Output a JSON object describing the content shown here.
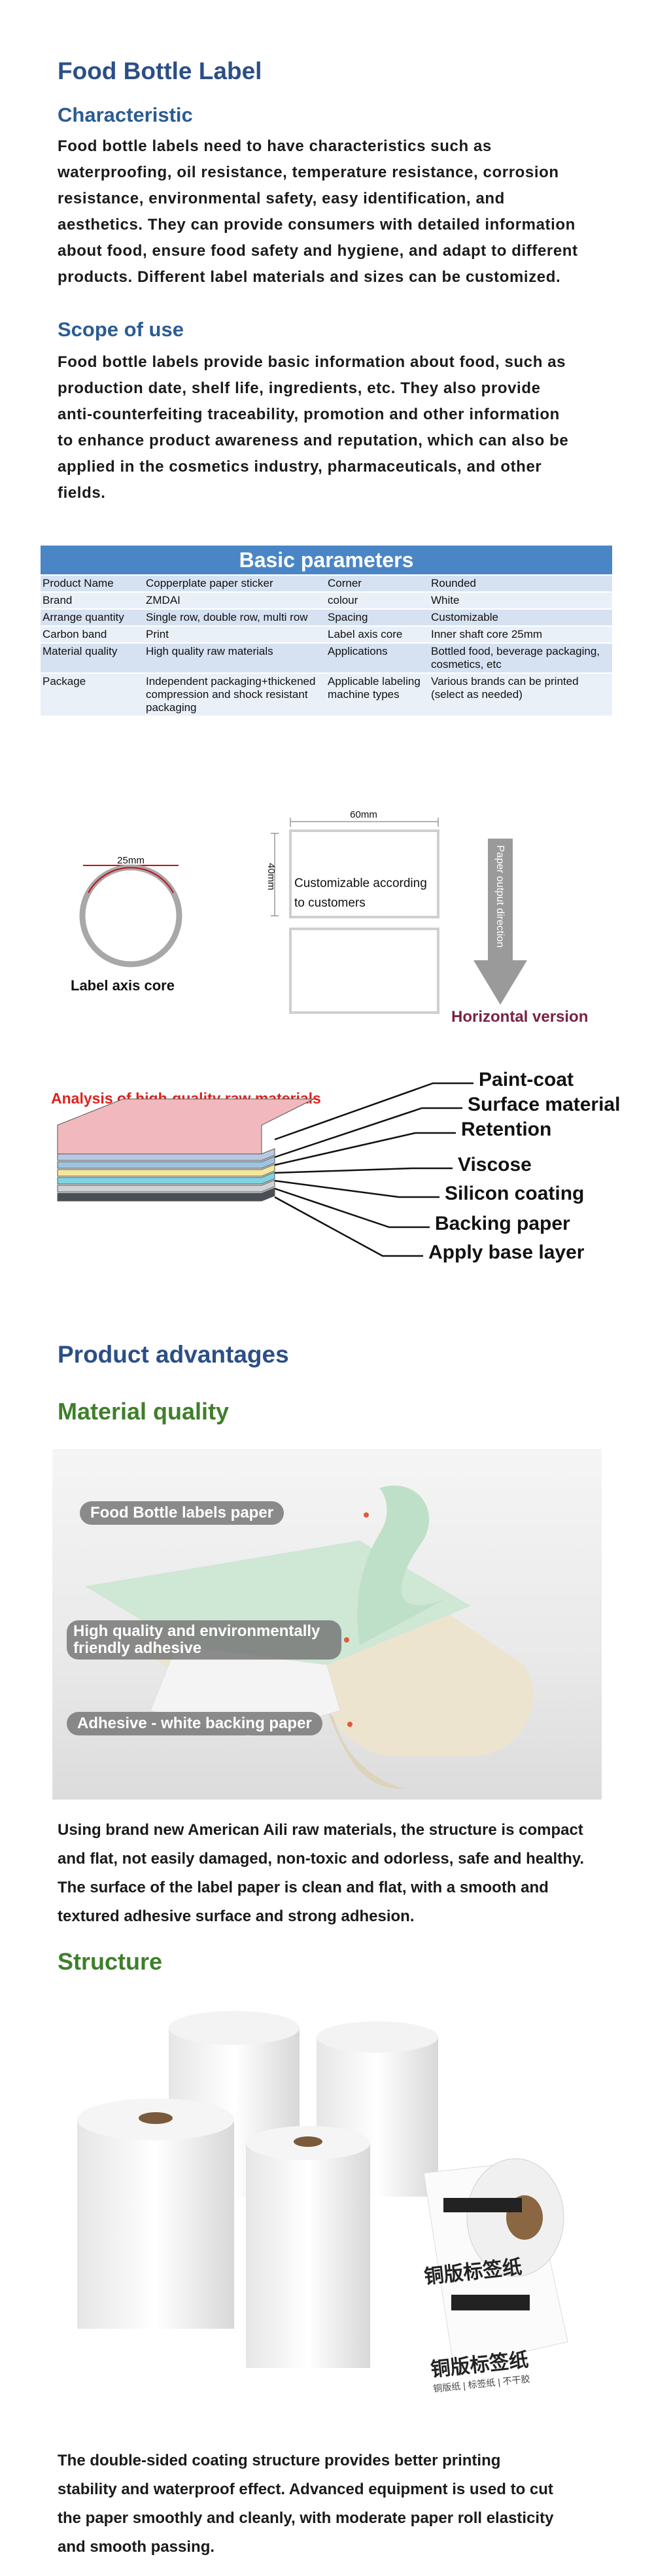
{
  "title": "Food Bottle Label",
  "characteristic": {
    "heading": "Characteristic",
    "lines": [
      "Food bottle labels need to have characteristics such as",
      "waterproofing, oil resistance, temperature resistance, corrosion",
      "resistance, environmental safety, easy identification, and",
      "aesthetics. They can provide consumers with detailed information",
      "about food, ensure food safety and hygiene, and adapt to different",
      "products. Different label materials and sizes can be customized."
    ]
  },
  "scope": {
    "heading": "Scope of use",
    "lines": [
      "Food bottle labels provide basic information about food, such as",
      "production date, shelf life, ingredients, etc. They also provide",
      "anti-counterfeiting traceability, promotion and other information",
      "to enhance product awareness and reputation, which can also be",
      "applied in the cosmetics industry, pharmaceuticals, and other",
      "fields."
    ]
  },
  "basic_parameters": {
    "title": "Basic parameters",
    "rows": [
      [
        "Product Name",
        "Copperplate paper sticker",
        "Corner",
        "Rounded"
      ],
      [
        "Brand",
        "ZMDAI",
        "colour",
        "White"
      ],
      [
        "Arrange quantity",
        "Single row, double row, multi row",
        "Spacing",
        "Customizable"
      ],
      [
        "Carbon band",
        "Print",
        "Label axis core",
        "Inner shaft core 25mm"
      ],
      [
        "Material quality",
        "High quality raw materials",
        "Applications",
        "Bottled food, beverage packaging, cosmetics, etc"
      ],
      [
        "Package",
        "Independent packaging+thickened compression and shock resistant packaging",
        "Applicable labeling machine types",
        "Various brands can be printed (select as needed)"
      ]
    ]
  },
  "diagram": {
    "core_dim": "25mm",
    "core_caption": "Label axis core",
    "width_dim": "60mm",
    "height_dim": "40mm",
    "label_text": "Customizable according to customers",
    "direction_text": "Paper output direction",
    "version_caption": "Horizontal version"
  },
  "layers": {
    "analysis_title": "Analysis of high-quality raw materials",
    "labels": [
      "Paint-coat",
      "Surface material",
      "Retention",
      "Viscose",
      "Silicon coating",
      "Backing paper",
      "Apply base layer"
    ],
    "colors": [
      "#f1b9bd",
      "#b9c9e4",
      "#9fc4de",
      "#f5e79a",
      "#7fd4e0",
      "#cfd2d6",
      "#4a4f55"
    ]
  },
  "advantages": {
    "heading": "Product advantages",
    "material_heading": "Material quality",
    "pills": [
      "Food Bottle labels paper",
      "High quality and environmentally friendly adhesive",
      "Adhesive - white backing paper"
    ],
    "material_lines": [
      "Using brand new American Aili raw materials, the structure is compact",
      "and flat, not easily damaged, non-toxic and odorless, safe and healthy.",
      "The surface of the label paper is clean and flat, with a smooth and",
      "textured adhesive surface and strong adhesion."
    ],
    "structure_heading": "Structure",
    "roll_label": "铜版标签纸",
    "roll_sub": "铜版纸 | 标签纸 | 不干胶",
    "structure_lines": [
      "The double-sided coating structure provides better printing",
      "stability and waterproof effect. Advanced equipment is used to cut",
      "the paper smoothly and cleanly, with moderate paper roll elasticity",
      "and smooth passing."
    ]
  }
}
